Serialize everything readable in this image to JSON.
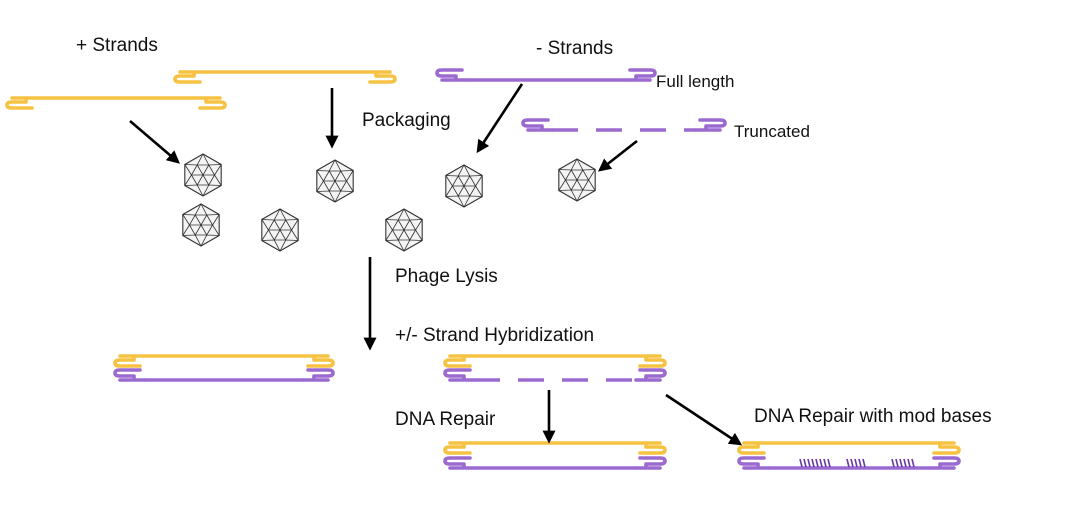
{
  "colors": {
    "plus_strand": "#f5c242",
    "minus_strand": "#9b6ad0",
    "mod_base": "#6a3aa8",
    "arrow": "#000000",
    "capsid": "#333333"
  },
  "labels": {
    "plus_strands": "+ Strands",
    "minus_strands": "- Strands",
    "full_length": "Full length",
    "truncated": "Truncated",
    "packaging": "Packaging",
    "phage_lysis": "Phage Lysis",
    "hybridization": "+/- Strand Hybridization",
    "dna_repair": "DNA Repair",
    "dna_repair_mod": "DNA Repair with mod bases"
  },
  "icons": {
    "capsid": "icosahedral-phage-capsid-icon",
    "hairpin": "hairpin-end-icon"
  }
}
